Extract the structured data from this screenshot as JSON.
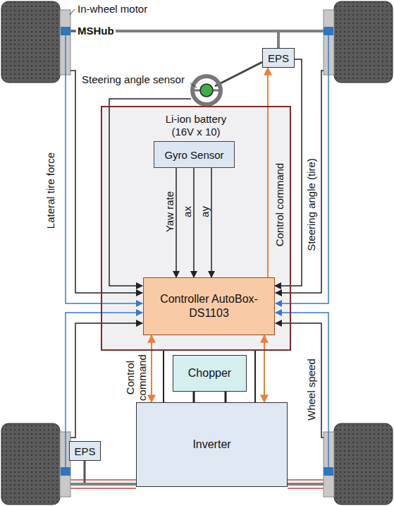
{
  "diagram": {
    "nodes": [
      {
        "text": [
          "EPS"
        ]
      },
      {
        "text": [
          "Li-ion battery (16V x 10)"
        ]
      },
      {
        "text": [
          "Gyro Sensor"
        ],
        "in": 1
      },
      {
        "text": [
          "Controller AutoBox-DS1103"
        ],
        "in": 1
      },
      {
        "text": [
          "Chopper"
        ]
      },
      {
        "text": [
          "EPS"
        ]
      },
      {
        "text": [
          "Inverter"
        ]
      }
    ],
    "edges": [
      {
        "from": 3,
        "to": 0,
        "arrow": "to"
      },
      {
        "from": 0,
        "to": 3,
        "arrow": "to"
      },
      {
        "from": 2,
        "to": 3,
        "arrow": "to"
      },
      {
        "from": 2,
        "to": 3,
        "arrow": "to"
      },
      {
        "from": 2,
        "to": 3,
        "arrow": "to"
      },
      {
        "from": 3,
        "to": 6,
        "arrow": "both"
      },
      {
        "from": 3,
        "to": 6,
        "arrow": "both"
      },
      {
        "from": 1,
        "to": 6,
        "arrow": "none"
      },
      {
        "from": 1,
        "to": 6,
        "arrow": "none"
      },
      {
        "from": 4,
        "to": 6,
        "arrow": "none"
      },
      {
        "from": 4,
        "to": 6,
        "arrow": "none"
      }
    ],
    "labels": [
      "In-wheel motor",
      "MSHub",
      "Steering angle sensor",
      "Lateral tire force",
      "Yaw rate",
      "ax",
      "ay",
      "Control command",
      "Steering angle (tire)",
      "Control command",
      "Wheel speed"
    ]
  }
}
